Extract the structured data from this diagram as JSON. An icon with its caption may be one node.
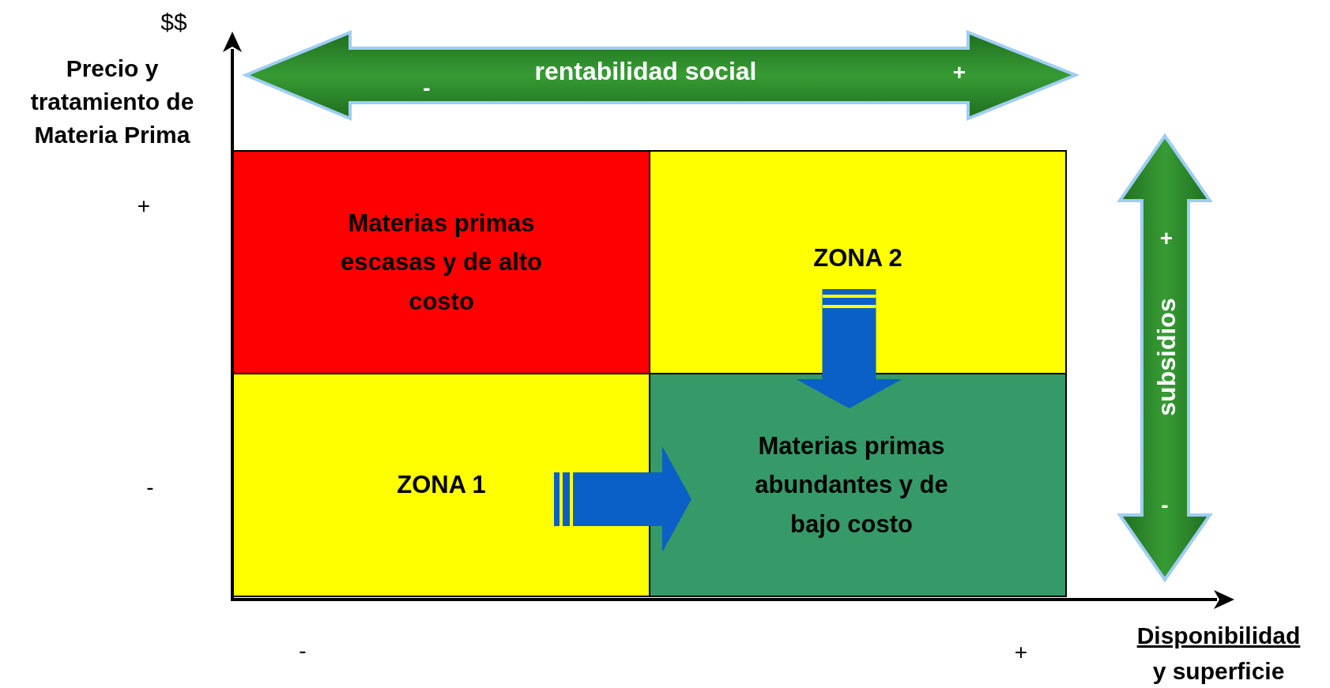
{
  "diagram": {
    "nodes": [
      {
        "text": [
          "Materias primas escasas y de alto costo"
        ]
      },
      {
        "text": [
          "ZONA 2"
        ]
      },
      {
        "text": [
          "ZONA 1"
        ]
      },
      {
        "text": [
          "Materias primas abundantes y de bajo costo"
        ]
      }
    ],
    "edges": [
      {
        "from": 1,
        "to": 3,
        "arrow": "to"
      },
      {
        "from": 2,
        "to": 3,
        "arrow": "to"
      }
    ],
    "labels": [
      "$$",
      "Precio y tratamiento de Materia Prima",
      "rentabilidad social",
      "-",
      "+",
      "+",
      "+",
      "subsidios",
      "-",
      "-",
      "-",
      "+",
      "Disponibilidad",
      "y superficie"
    ]
  }
}
